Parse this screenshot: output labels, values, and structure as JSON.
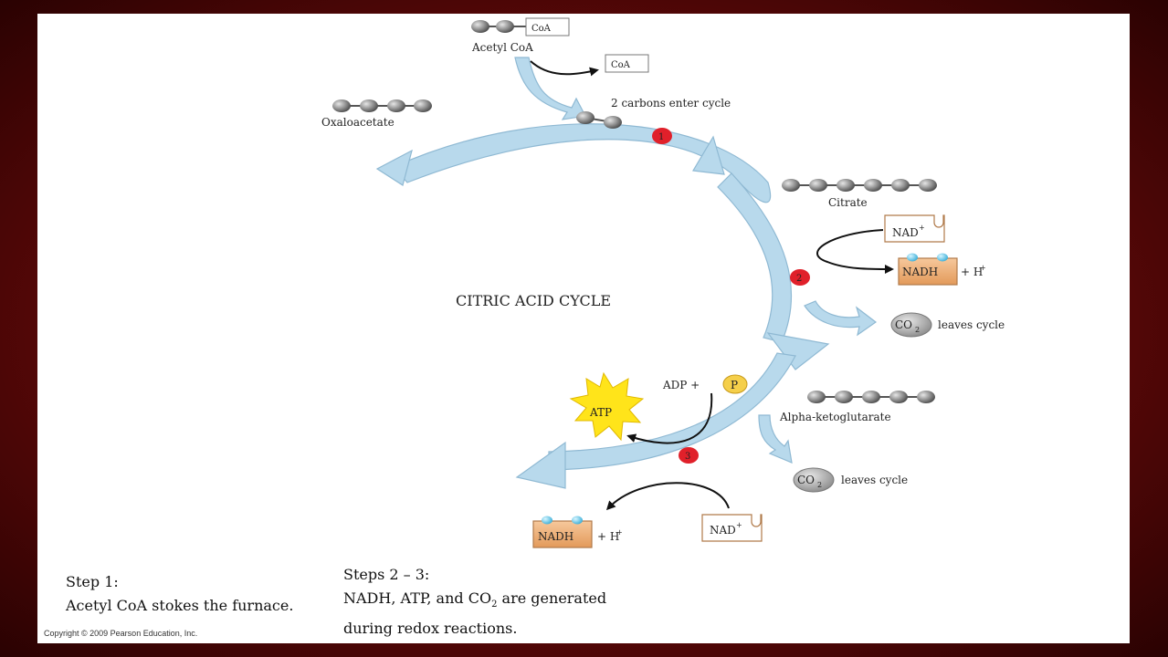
{
  "diagram": {
    "title": "CITRIC ACID CYCLE",
    "acetyl_coa": {
      "label": "Acetyl CoA",
      "coa_box": "CoA",
      "released_coa": "CoA"
    },
    "oxaloacetate": "Oxaloacetate",
    "carbons_enter": "2 carbons enter cycle",
    "citrate": "Citrate",
    "alpha_ketoglutarate": "Alpha-ketoglutarate",
    "steps": [
      "1",
      "2",
      "3"
    ],
    "nad_plus": "NAD",
    "nadh": "NADH",
    "h_plus": "+ H",
    "plus_sup": "+",
    "co2": "CO",
    "co2_sub": "2",
    "leaves_cycle": "leaves cycle",
    "adp": "ADP +",
    "phosphate": "P",
    "atp": "ATP"
  },
  "captions": {
    "step1_title": "Step 1:",
    "step1_text": "Acetyl CoA stokes the furnace.",
    "step23_title": "Steps 2 – 3:",
    "step23_line1_a": "NADH, ATP, and CO",
    "step23_line1_sub": "2",
    "step23_line1_b": " are generated",
    "step23_line2": "during redox reactions."
  },
  "copyright": "Copyright © 2009 Pearson Education, Inc.",
  "colors": {
    "arrow_fill": "#b8d9ec",
    "arrow_stroke": "#8fb9d3",
    "step_badge": "#e0202a",
    "nadh_fill": "#f0b07a",
    "atp_star": "#ffe41a",
    "phosphate": "#f5cf4a",
    "frame": "#6b0a0a"
  }
}
